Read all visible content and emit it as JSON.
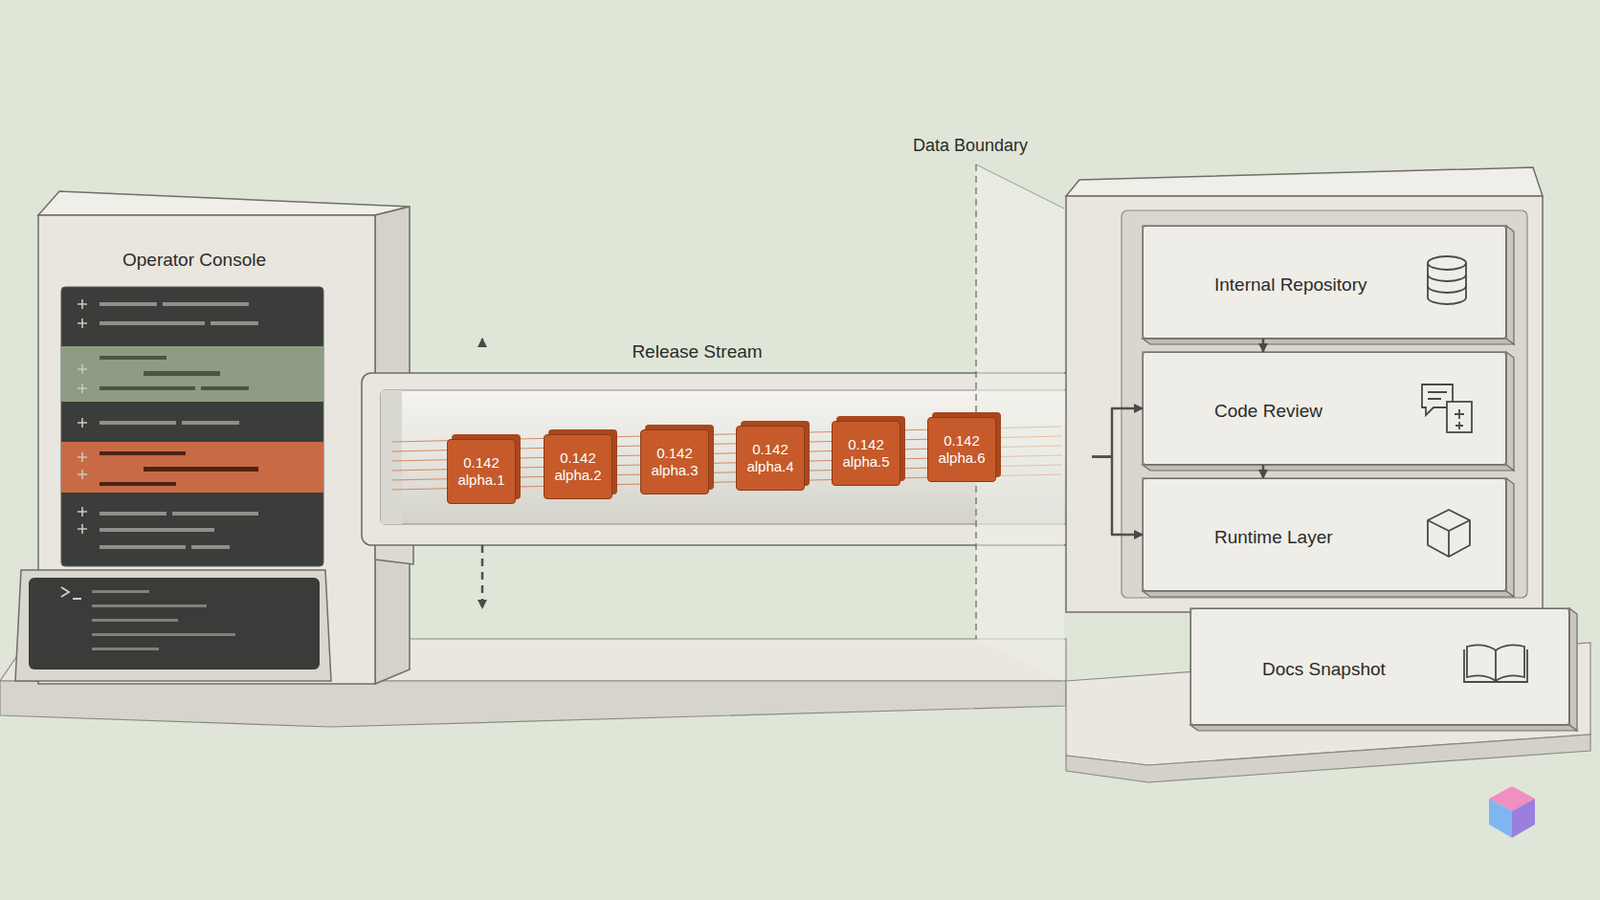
{
  "diagram": {
    "nodes": [
      {
        "text": [
          "Operator Console"
        ]
      },
      {
        "text": [
          "Release Stream"
        ]
      },
      {
        "text": [
          "0.142 alpha.1"
        ],
        "in": 1
      },
      {
        "text": [
          "0.142 alpha.2"
        ],
        "in": 1
      },
      {
        "text": [
          "0.142 alpha.3"
        ],
        "in": 1
      },
      {
        "text": [
          "0.142 alpha.4"
        ],
        "in": 1
      },
      {
        "text": [
          "0.142 alpha.5"
        ],
        "in": 1
      },
      {
        "text": [
          "0.142 alpha.6"
        ],
        "in": 1
      },
      {
        "text": [
          "Internal Repository"
        ]
      },
      {
        "text": [
          "Code Review"
        ]
      },
      {
        "text": [
          "Runtime Layer"
        ]
      },
      {
        "text": [
          "Docs Snapshot"
        ]
      }
    ],
    "edges": [
      {
        "from": 1,
        "to": 8,
        "arrow": "to"
      },
      {
        "from": 1,
        "to": 9,
        "arrow": "to"
      },
      {
        "from": 1,
        "to": 10,
        "arrow": "to"
      },
      {
        "from": 1,
        "to": 11,
        "arrow": "to"
      },
      {
        "from": 8,
        "to": 9,
        "arrow": "to"
      },
      {
        "from": 9,
        "to": 10,
        "arrow": "to"
      }
    ],
    "labels": [
      "Data Boundary"
    ]
  }
}
